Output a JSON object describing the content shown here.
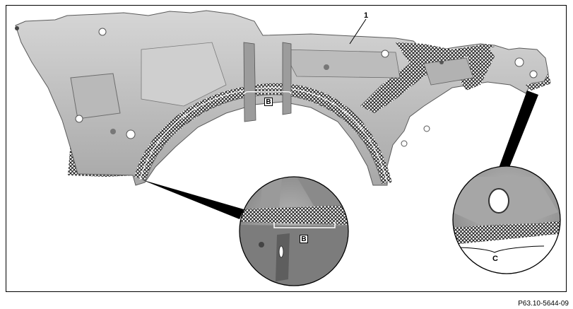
{
  "figure": {
    "reference": "P63.10-5644-09",
    "callouts": {
      "part_number": "1",
      "zone_b_main": "B",
      "zone_b_detail": "B",
      "zone_c_detail": "C"
    }
  },
  "colors": {
    "panel_fill": "#c6c6c6",
    "panel_dark": "#8e8e8e",
    "hatch": "#1a1a1a",
    "outline": "#000000",
    "background": "#ffffff"
  }
}
